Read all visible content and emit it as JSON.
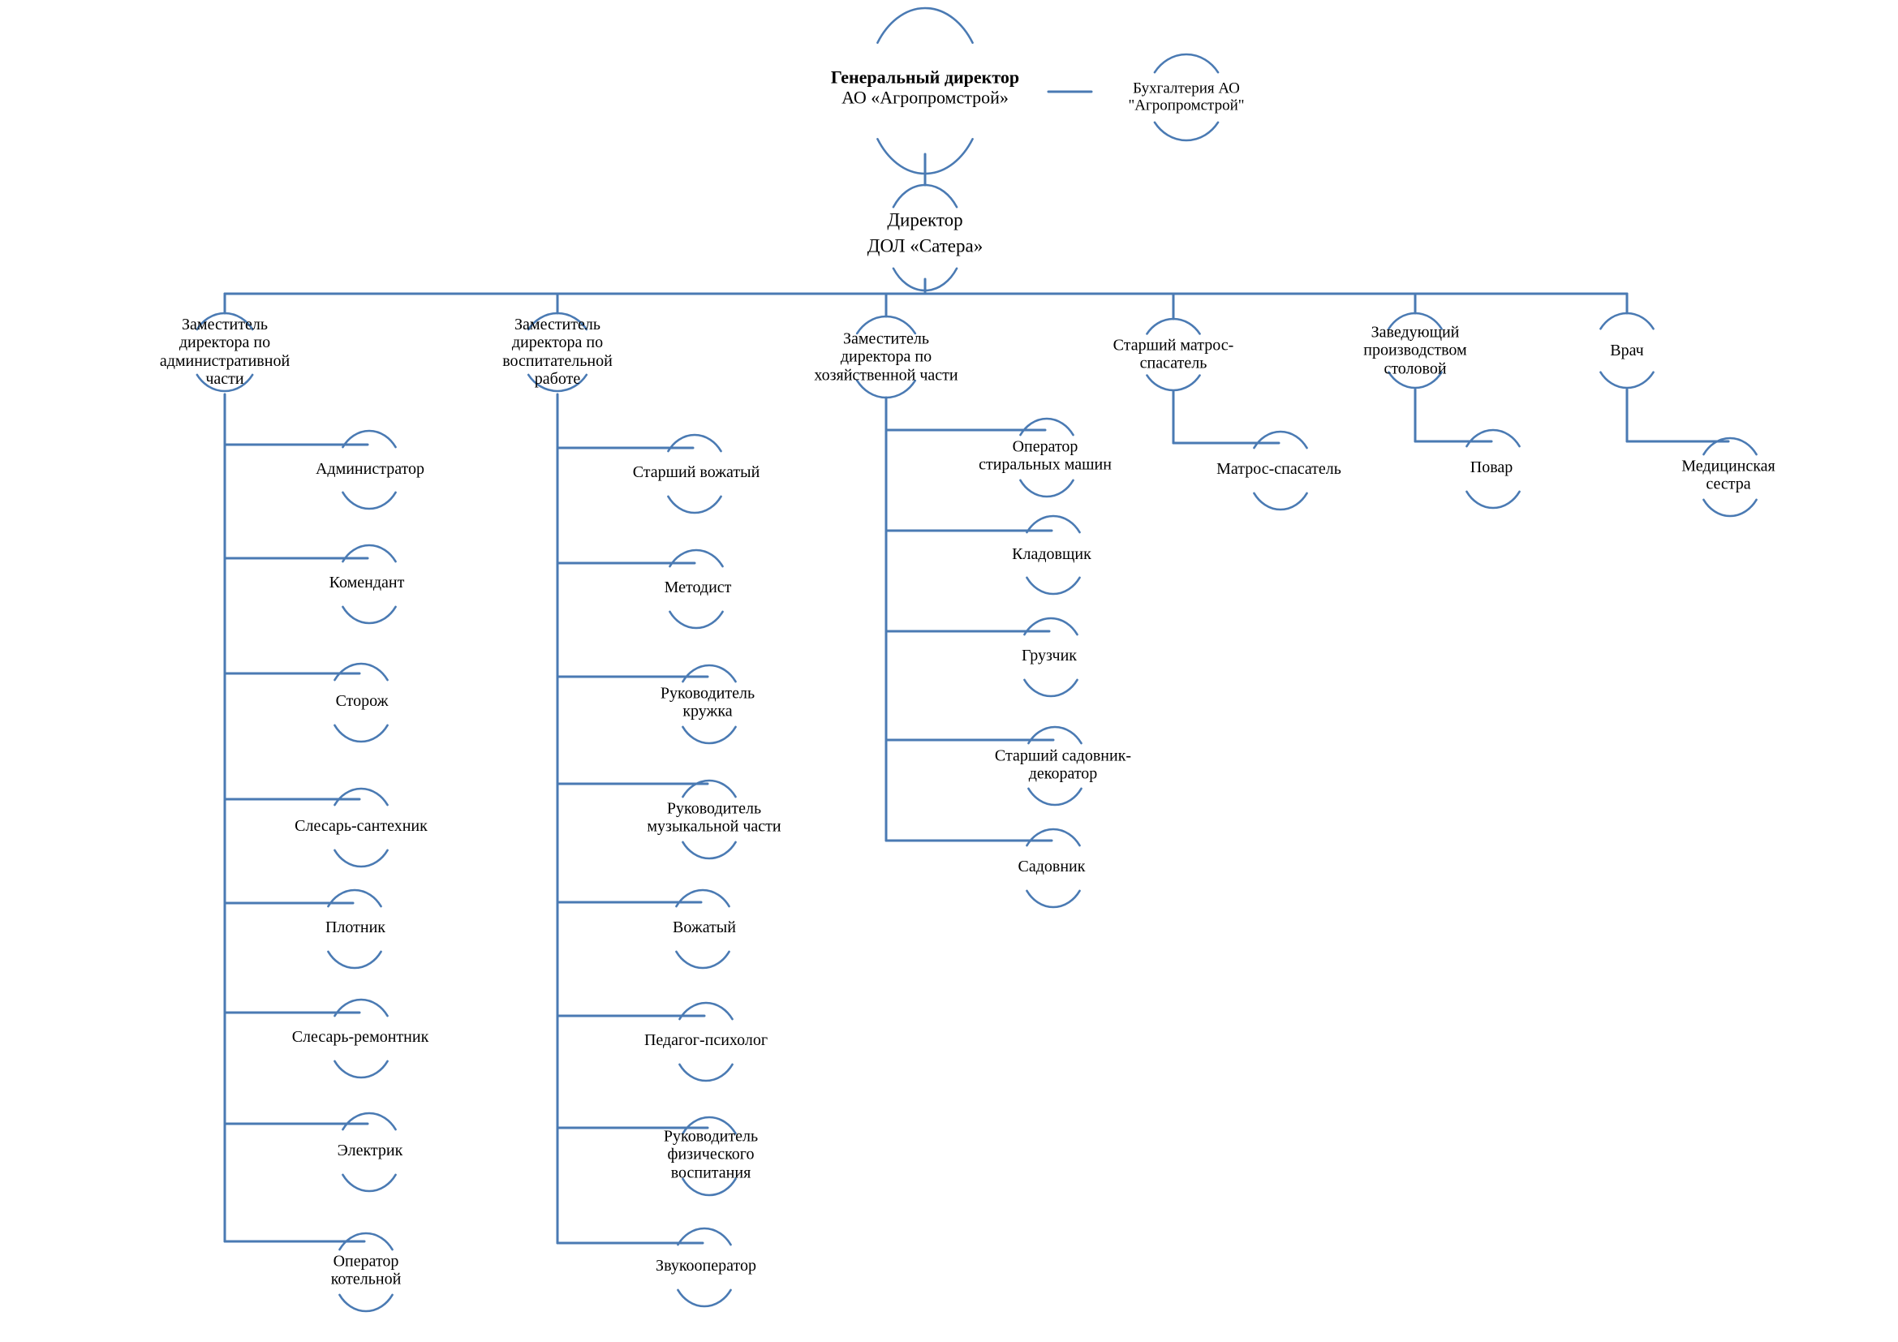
{
  "colors": {
    "line": "#4a7ab3",
    "text": "#000000"
  },
  "general_director": {
    "title": "Генеральный директор",
    "company": "АО «Агропромстрой»"
  },
  "accounting": {
    "line1": "Бухгалтерия АО",
    "line2": "\"Агропромстрой\""
  },
  "director": {
    "line1": "Директор",
    "line2": "ДОЛ «Сатера»"
  },
  "departments": [
    {
      "lines": [
        "Заместитель",
        "директора по",
        "административной",
        "части"
      ],
      "staff": [
        [
          "Администратор"
        ],
        [
          "Комендант"
        ],
        [
          "Сторож"
        ],
        [
          "Слесарь-сантехник"
        ],
        [
          "Плотник"
        ],
        [
          "Слесарь-ремонтник"
        ],
        [
          "Электрик"
        ],
        [
          "Оператор",
          "котельной"
        ]
      ]
    },
    {
      "lines": [
        "Заместитель",
        "директора по",
        "воспитательной",
        "работе"
      ],
      "staff": [
        [
          "Старший вожатый"
        ],
        [
          "Методист"
        ],
        [
          "Руководитель",
          "кружка"
        ],
        [
          "Руководитель",
          "музыкальной части"
        ],
        [
          "Вожатый"
        ],
        [
          "Педагог-психолог"
        ],
        [
          "Руководитель",
          "физического",
          "воспитания"
        ],
        [
          "Звукооператор"
        ]
      ]
    },
    {
      "lines": [
        "Заместитель",
        "директора по",
        "хозяйственной части"
      ],
      "staff": [
        [
          "Оператор",
          "стиральных машин"
        ],
        [
          "Кладовщик"
        ],
        [
          "Грузчик"
        ],
        [
          "Старший садовник-",
          "декоратор"
        ],
        [
          "Садовник"
        ]
      ]
    },
    {
      "lines": [
        "Старший матрос-",
        "спасатель"
      ],
      "staff": [
        [
          "Матрос-спасатель"
        ]
      ]
    },
    {
      "lines": [
        "Заведующий",
        "производством",
        "столовой"
      ],
      "staff": [
        [
          "Повар"
        ]
      ]
    },
    {
      "lines": [
        "Врач"
      ],
      "staff": [
        [
          "Медицинская",
          "сестра"
        ]
      ]
    }
  ]
}
